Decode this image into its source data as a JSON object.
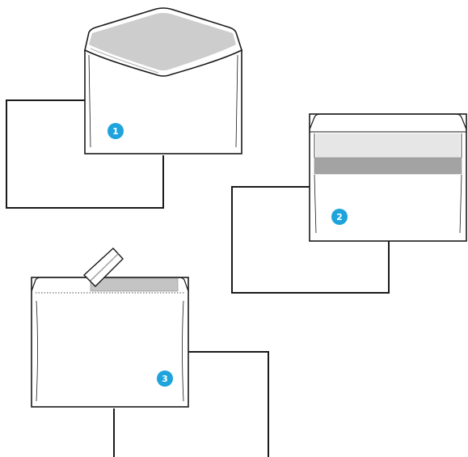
{
  "colors": {
    "stroke": "#1a1a1a",
    "paper": "#ffffff",
    "flap_shade": "#c8c8c8",
    "flap_light": "#e4e4e4",
    "adhesive_strip": "#a3a3a3",
    "badge_fill": "#1fa3dc",
    "badge_text": "#ffffff"
  },
  "figures": [
    {
      "id": "envelope-1",
      "label": "1",
      "type": "open-flap envelope over card"
    },
    {
      "id": "envelope-2",
      "label": "2",
      "type": "envelope with adhesive strip over card"
    },
    {
      "id": "envelope-3",
      "label": "3",
      "type": "envelope with peeling tape over card"
    }
  ]
}
